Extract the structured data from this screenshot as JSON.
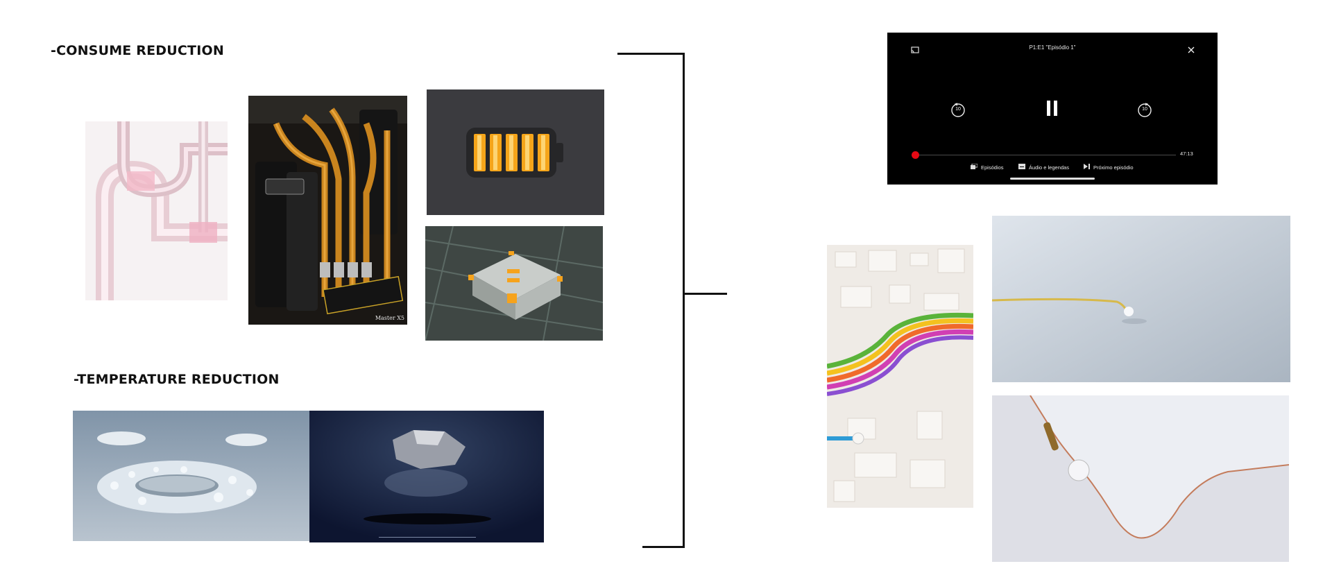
{
  "sections": {
    "consume_heading": "-CONSUME REDUCTION",
    "temperature_heading": "-TEMPERATURE REDUCTION"
  },
  "photos": {
    "case_caption": "Master X5"
  },
  "player": {
    "title": "P1:E1 \"Episódio 1\"",
    "rewind_seconds": "10",
    "forward_seconds": "10",
    "time_remaining": "47:13",
    "episodes_label": "Episódios",
    "audio_label": "Áudio e legendas",
    "next_label": "Próximo episódio",
    "progress": 0.0,
    "accent_color": "#e50914",
    "icons": [
      "cast-icon",
      "close-icon",
      "rewind-10-icon",
      "pause-icon",
      "forward-10-icon",
      "episodes-icon",
      "subtitles-icon",
      "next-episode-icon"
    ]
  }
}
